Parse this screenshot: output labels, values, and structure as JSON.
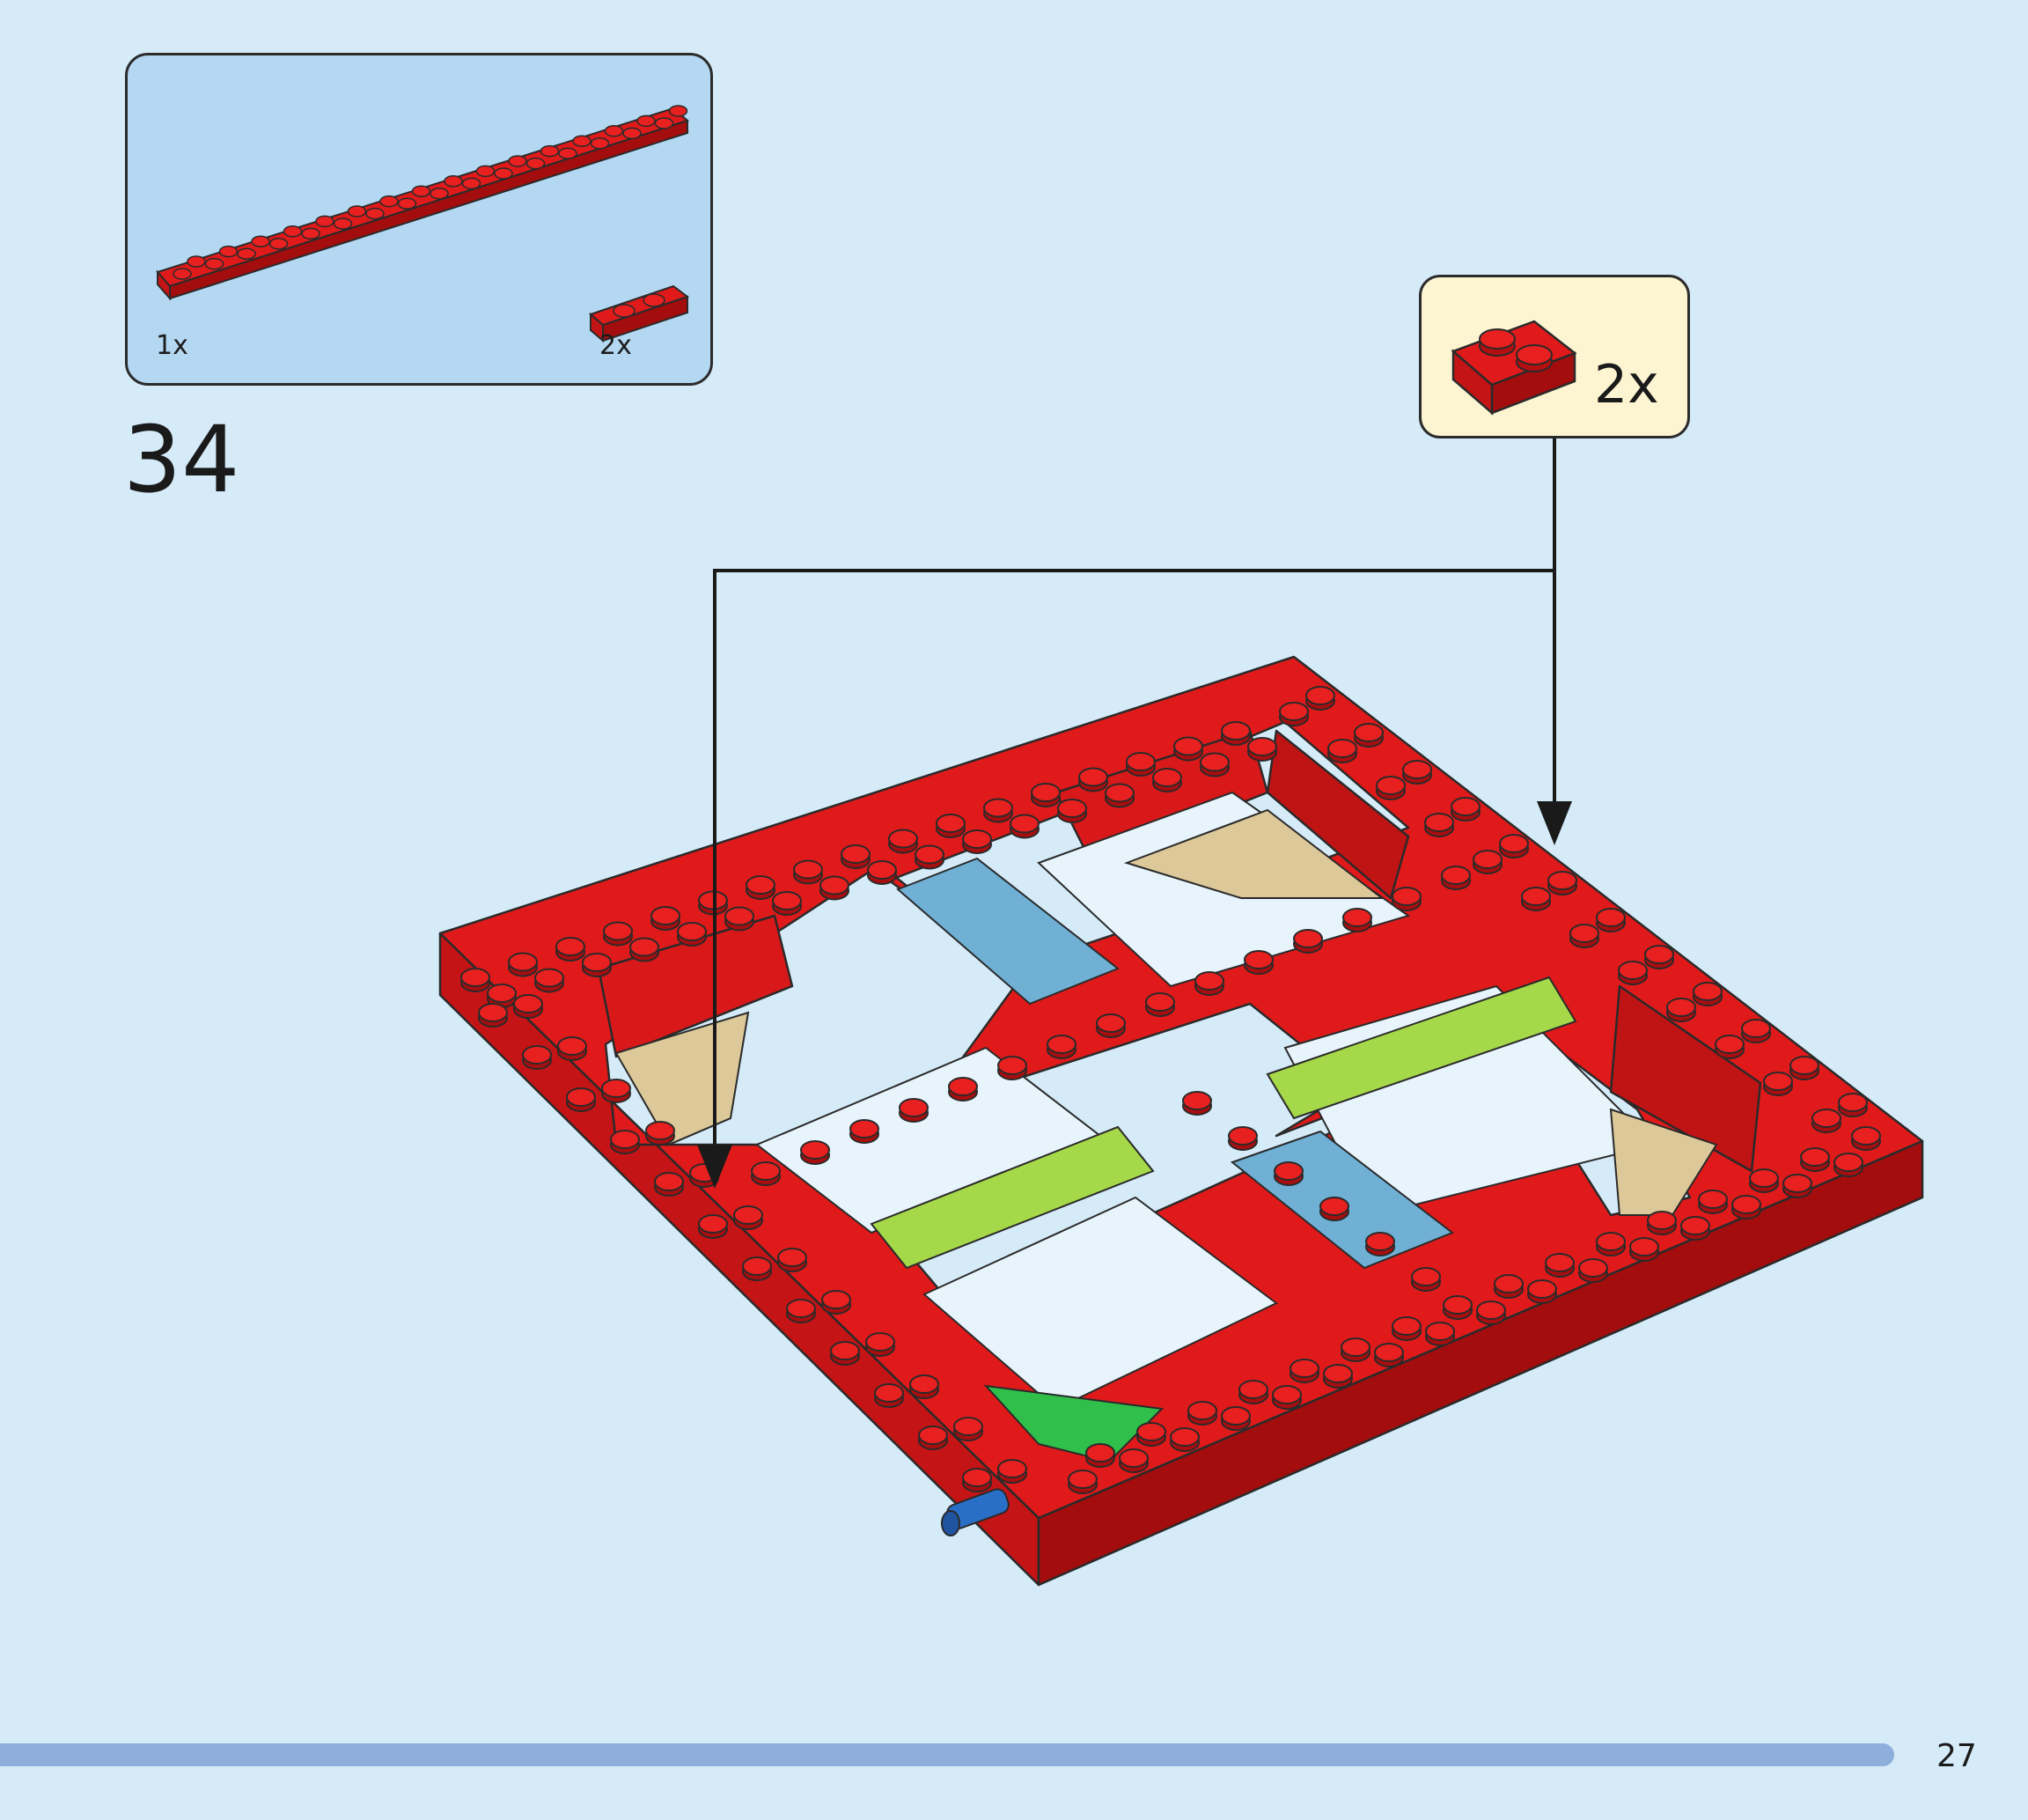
{
  "parts_list": {
    "items": [
      {
        "part": "red-plate-2x16",
        "quantity": "1x"
      },
      {
        "part": "red-plate-1x2",
        "quantity": "2x"
      }
    ]
  },
  "step": {
    "number": "34"
  },
  "callout": {
    "part": "red-plate-1x2",
    "quantity": "2x"
  },
  "footer": {
    "page_number": "27",
    "progress_fraction": 0.934
  },
  "colors": {
    "background": "#d5ebf8",
    "parts_panel": "#b4d8f2",
    "callout_panel": "#fdf5d2",
    "brick_red": "#e01a1a",
    "brick_red_dark": "#b40f10",
    "tan": "#dcc898",
    "light_blue": "#6fb0d4",
    "lime": "#a6d94a",
    "green": "#2fbf4a",
    "progress": "#8eaedb"
  }
}
